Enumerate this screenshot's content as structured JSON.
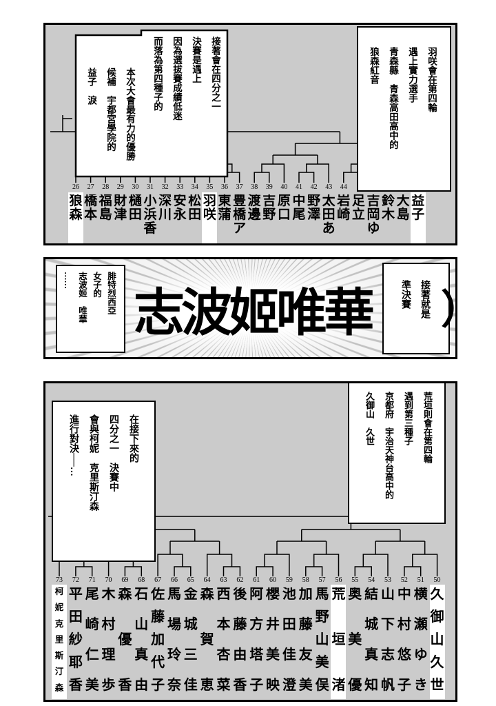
{
  "colors": {
    "panel_bg": "#cbcbcb",
    "line": "#000000",
    "highlight": "#ffffff",
    "ink": "#000000"
  },
  "panel1": {
    "bubble_main": {
      "lines": [
        "接著會在四分之一",
        "決賽是遇上",
        "因為選拔賽成績低迷",
        "而落為第四種子的"
      ]
    },
    "bubble_main_inner": {
      "lines": [
        "本次大會最有力的優勝",
        "候補　宇都宮學院的",
        "益子　淚"
      ]
    },
    "bubble_right": {
      "lines": [
        "羽咲會在第四輪",
        "遇上實力選手",
        "青森縣　青森高田高中的",
        "狼森紅音"
      ]
    },
    "bracket": {
      "numbers": [
        26,
        27,
        28,
        29,
        30,
        31,
        32,
        33,
        34,
        35,
        36,
        37,
        38,
        39,
        40,
        41,
        42,
        43,
        44
      ],
      "names": [
        "狼森",
        "橋本",
        "福島",
        "財津",
        "樋田",
        "小浜香",
        "深川",
        "安永",
        "松田",
        "羽咲",
        "東蒲",
        "豊橋ア",
        "渡邊",
        "吉野",
        "原口",
        "中尾",
        "野澤",
        "太田あ",
        "岩崎",
        "足立",
        "吉岡ゆ",
        "鈴木",
        "大島",
        "益子"
      ],
      "highlight": [
        0,
        9,
        23
      ]
    }
  },
  "panel2": {
    "bubble_left": {
      "lines": [
        "腓特烈西亞",
        "女子的",
        "志波姬　唯華",
        "……"
      ]
    },
    "big_text": "志波姬唯華（",
    "paren_tail": "）",
    "bubble_right": {
      "lines": [
        "接著就是",
        "準決賽"
      ]
    }
  },
  "panel3": {
    "bubble_left": {
      "lines": [
        "在接下來的",
        "四分之一　決賽中",
        "會與柯妮　克里斯汀森",
        "進行對決──…"
      ]
    },
    "bubble_right": {
      "lines": [
        "荒垣則會在第四輪",
        "遇到第三種子",
        "京都府　宇治天神台高中的",
        "久御山　久世"
      ]
    },
    "bracket": {
      "numbers": [
        73,
        72,
        71,
        70,
        69,
        68,
        67,
        66,
        65,
        64,
        63,
        62,
        61,
        60,
        59,
        58,
        57,
        56,
        55,
        54,
        53,
        52,
        51,
        50
      ],
      "names": [
        "柯妮克里斯汀森",
        "平田紗耶香",
        "尾崎仁美",
        "木村理歩",
        "森優香",
        "石山真由",
        "佐藤加代子",
        "馬場玲奈",
        "金城三佳",
        "森賀恵",
        "西本杏菜",
        "後藤由香",
        "阿方塔子",
        "櫻井美映",
        "池田佳澄",
        "加藤友美",
        "馬野山美俣",
        "荒垣渚",
        "奥美優",
        "結城真知",
        "山下志帆",
        "中村悠子",
        "横瀬ゆき",
        "久御山久世"
      ],
      "highlight": [
        0,
        17,
        23
      ]
    }
  }
}
